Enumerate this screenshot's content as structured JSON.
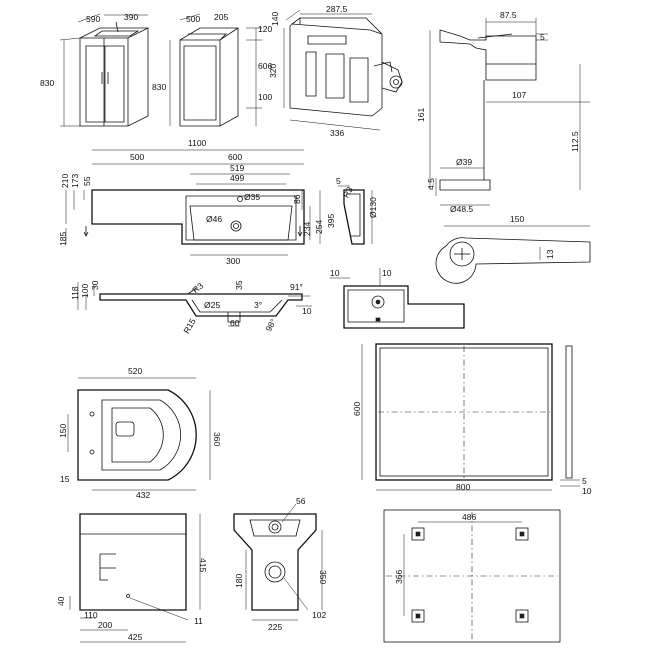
{
  "vanity": {
    "front_width": "590",
    "depth": "390",
    "height": "830",
    "side_depth": "500",
    "side_width": "205",
    "side_height": "830",
    "side_top": "120",
    "side_mid": "606",
    "side_bottom": "100"
  },
  "cistern": {
    "top_width": "287.5",
    "top_depth": "140",
    "height": "320",
    "width": "336"
  },
  "tap": {
    "spout": "87.5",
    "top": "5",
    "height": "161",
    "reach": "107",
    "body_height": "112.5",
    "base_dia": "Ø39",
    "base_h": "4.5",
    "flange_dia": "Ø48.5",
    "plan_length": "150",
    "plan_offset": "13"
  },
  "basin": {
    "total_width": "1100",
    "shelf_width": "500",
    "bowl_span": "600",
    "w519": "519",
    "w499": "499",
    "tap_hole": "Ø35",
    "waste_hole": "Ø46",
    "bowl_depth_300": "300",
    "d210": "210",
    "d173": "173",
    "d55": "55",
    "d185": "185",
    "d86": "86",
    "d395": "395",
    "d254": "254",
    "d234": "234",
    "side_5": "5",
    "side_r30": "R3",
    "side_130": "Ø130",
    "sec_30": "30",
    "sec_118": "118",
    "sec_100": "100",
    "sec_r3": "R3",
    "sec_35": "35",
    "sec_25": "Ø25",
    "sec_3": "3°",
    "sec_r15": "R15",
    "sec_60": "60",
    "sec_98": "98°",
    "sec_91": "91°",
    "sec_10": "10",
    "plan_10a": "10",
    "plan_10b": "10"
  },
  "mirror": {
    "height": "600",
    "width": "800",
    "depth_5": "5",
    "depth_10": "10"
  },
  "wc_plan": {
    "width": "520",
    "depth": "360",
    "fix_150": "150",
    "fix_15": "15",
    "base_432": "432"
  },
  "wc_side": {
    "height": "415",
    "h40": "40",
    "h110": "110",
    "w200": "200",
    "w425": "425",
    "w11": "11"
  },
  "wc_back": {
    "d56": "56",
    "h350": "350",
    "h180": "180",
    "w225": "225",
    "d102": "102"
  },
  "mirror_back": {
    "w486": "486",
    "h366": "366"
  }
}
